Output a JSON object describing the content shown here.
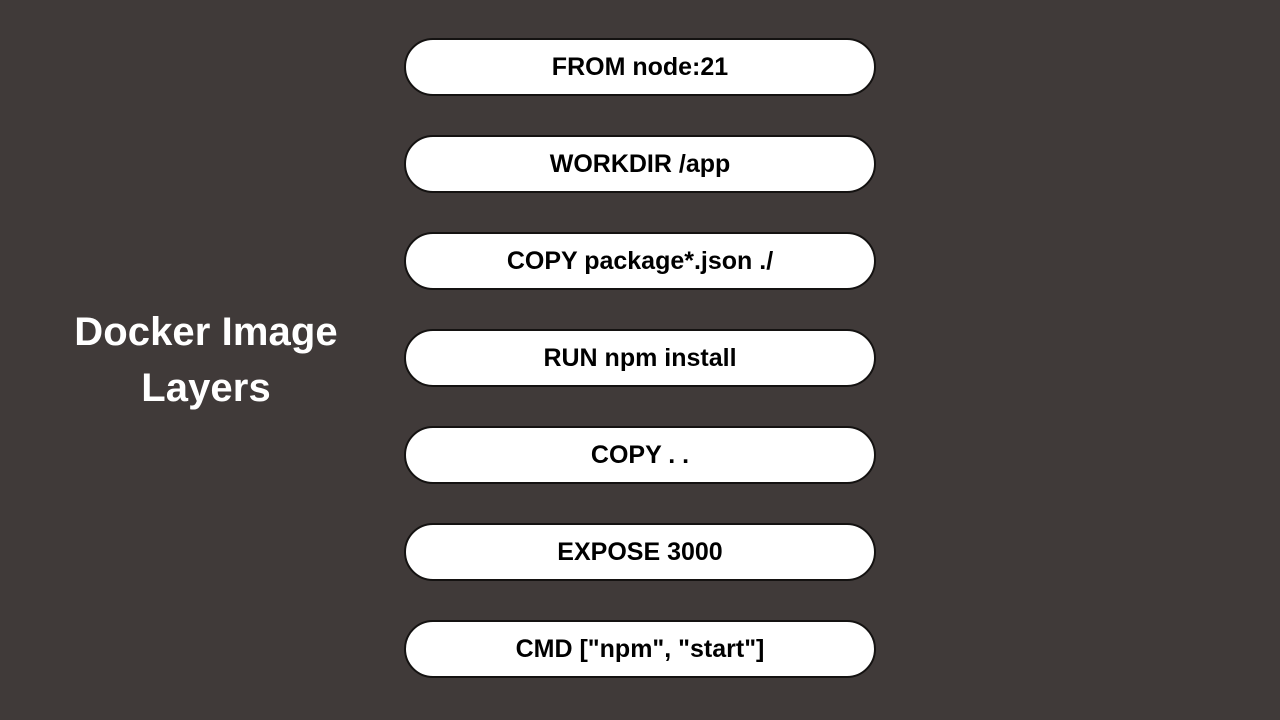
{
  "slide": {
    "background_color": "#403a39",
    "title": "Docker Image Layers",
    "title_color": "#ffffff"
  },
  "pill_style": {
    "fill_color": "#ffffff",
    "border_color": "#141211",
    "text_color": "#000000"
  },
  "layers": [
    {
      "label": "FROM node:21"
    },
    {
      "label": "WORKDIR /app"
    },
    {
      "label": "COPY package*.json ./"
    },
    {
      "label": "RUN npm install"
    },
    {
      "label": "COPY . ."
    },
    {
      "label": "EXPOSE 3000"
    },
    {
      "label": "CMD [\"npm\", \"start\"]"
    }
  ]
}
